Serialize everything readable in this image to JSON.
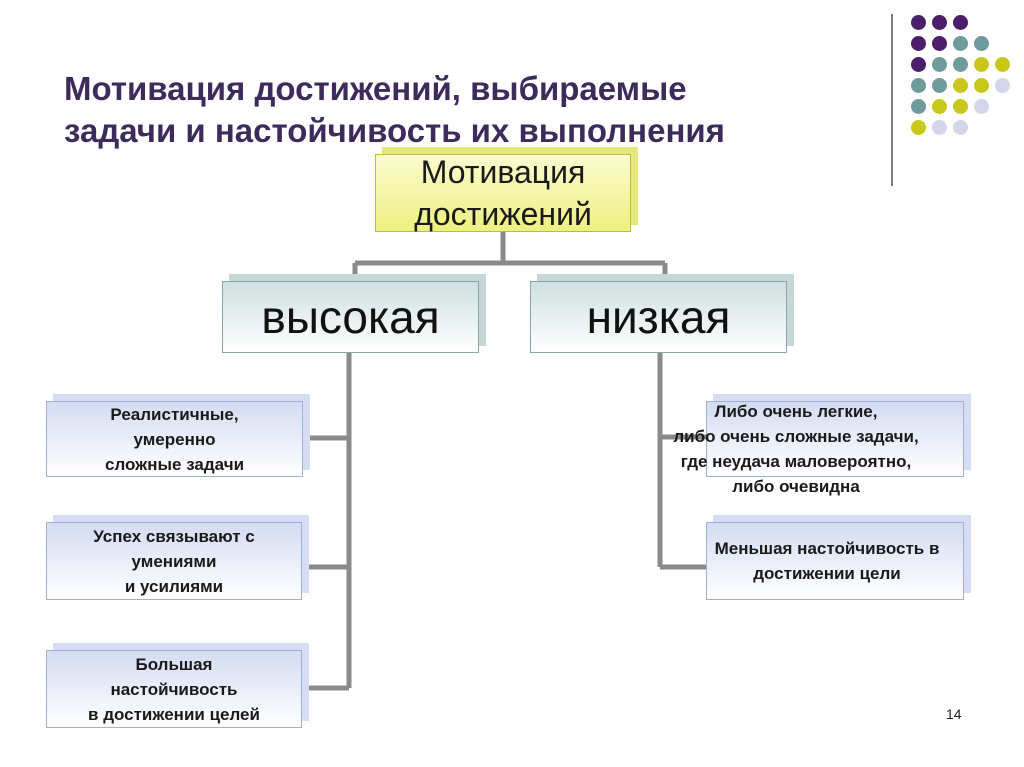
{
  "slide": {
    "title": "Мотивация достижений, выбираемые\nзадачи и настойчивость их выполнения",
    "page_number": "14"
  },
  "diagram": {
    "root": "Мотивация\nдостижений",
    "branches": [
      {
        "label": "высокая",
        "children": [
          "Реалистичные,\nумеренно\nсложные задачи",
          "Успех связывают с\nумениями\nи усилиями",
          "Большая\nнастойчивость\nв достижении целей"
        ]
      },
      {
        "label": "низкая",
        "children": [
          "Либо очень легкие,\nлибо очень сложные задачи,\nгде неудача маловероятно,\nлибо очевидна",
          "Меньшая настойчивость в\nдостижении цели"
        ]
      }
    ]
  },
  "colors": {
    "title": "#3d2b5c",
    "root_fill": "#eef07f",
    "level_fill": "#cfe0e0",
    "leaf_fill": "#d4dcf3",
    "connector": "#7f7f7f",
    "dot_purple": "#4b1f6b",
    "dot_teal": "#6f9b9b",
    "dot_olive": "#c8c81a",
    "dot_lavender": "#d4d4ea"
  }
}
